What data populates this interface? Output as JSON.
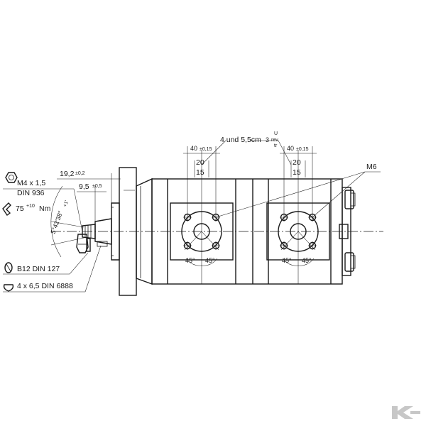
{
  "drawing": {
    "spacing_note": "4 und 5,5cm",
    "spacing_fraction_num": "3",
    "spacing_fraction_sup": "U",
    "spacing_fraction_den": "rev",
    "spacing_fraction_sub": "tr",
    "thread_label": "M6",
    "ports": [
      {
        "width_main": "40",
        "width_tol": "±0,15",
        "dim_upper": "20",
        "dim_lower": "15",
        "angle_left": "45°",
        "angle_right": "45°"
      },
      {
        "width_main": "40",
        "width_tol": "±0,15",
        "dim_upper": "20",
        "dim_lower": "15",
        "angle_left": "45°",
        "angle_right": "45°"
      }
    ],
    "shaft_length_main": "19,2",
    "shaft_length_tol": "±0,2",
    "shaft_offset_main": "9,5",
    "shaft_offset_tol": "±0,5",
    "taper_angle": "5°42'38\"",
    "taper_angle_tol": "+1'"
  },
  "legend": {
    "nut_label": "M4 x 1,5",
    "nut_standard": "DIN 936",
    "torque_main": "75",
    "torque_tol": "+10",
    "torque_unit": "Nm",
    "washer_label": "B12 DIN 127",
    "key_label": "4 x 6,5  DIN 6888"
  },
  "logo": {
    "letter": "K",
    "color": "#c7c7c7"
  }
}
